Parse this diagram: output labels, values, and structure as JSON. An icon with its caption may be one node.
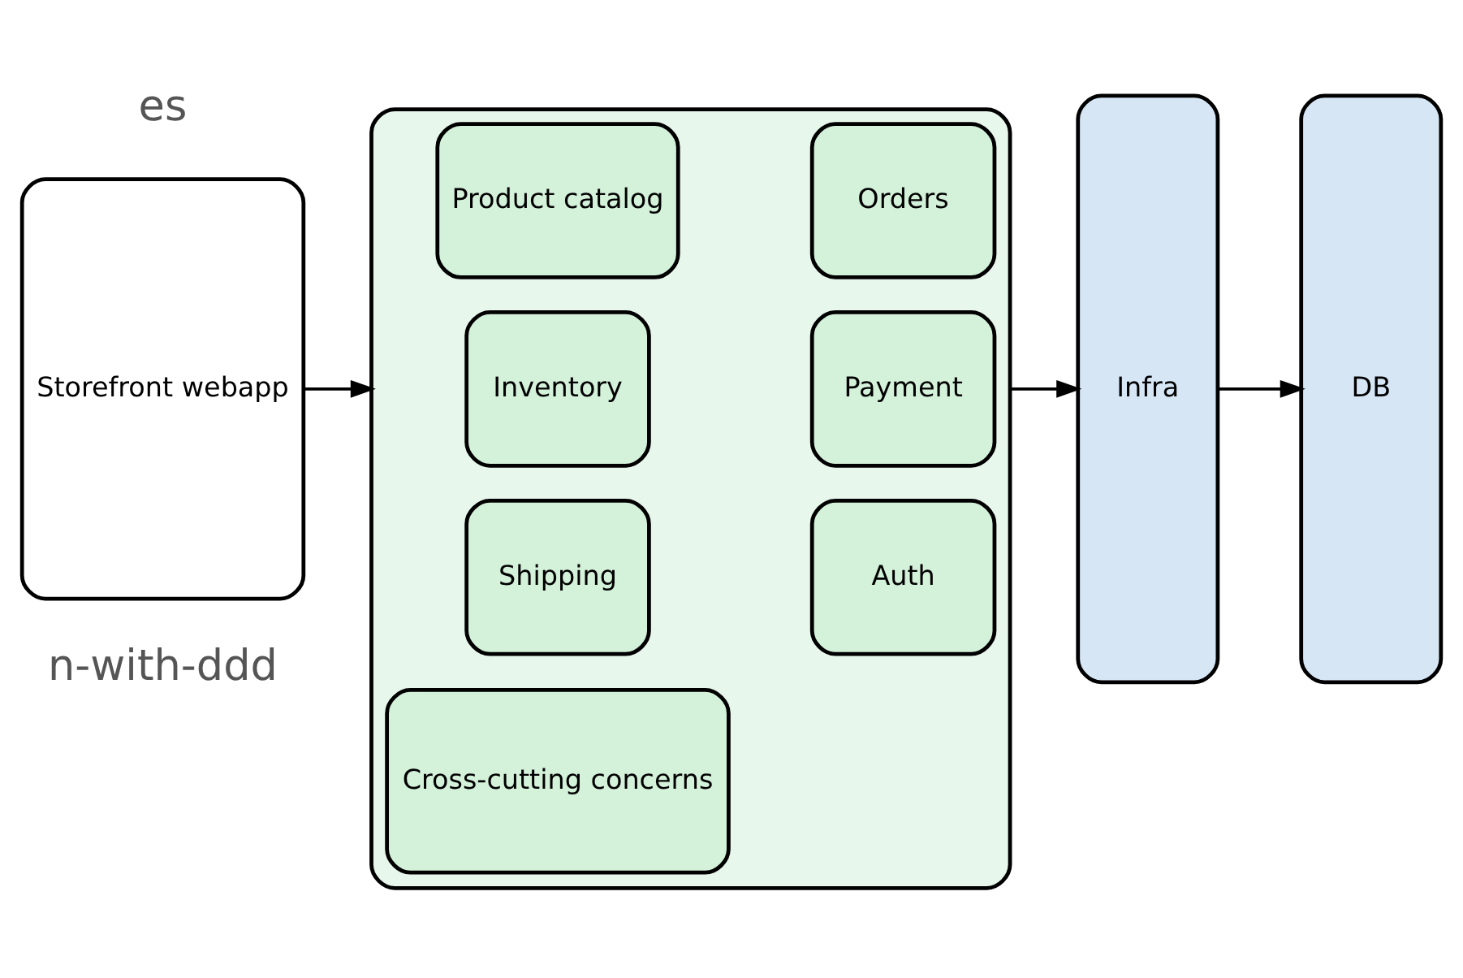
{
  "diagram": {
    "nodes": [
      {
        "text": [
          "Storefront webapp"
        ]
      },
      {
        "text": [],
        "shape": "box"
      },
      {
        "text": [
          "Product catalog"
        ],
        "in": 1
      },
      {
        "text": [
          "Orders"
        ],
        "in": 1
      },
      {
        "text": [
          "Inventory"
        ],
        "in": 1
      },
      {
        "text": [
          "Payment"
        ],
        "in": 1
      },
      {
        "text": [
          "Shipping"
        ],
        "in": 1
      },
      {
        "text": [
          "Auth"
        ],
        "in": 1
      },
      {
        "text": [
          "Cross-cutting concerns"
        ],
        "in": 1
      },
      {
        "text": [
          "Infra"
        ]
      },
      {
        "text": [
          "DB"
        ]
      }
    ],
    "edges": [
      {
        "from": 0,
        "to": 1,
        "arrow": "to"
      },
      {
        "from": 1,
        "to": 9,
        "arrow": "to"
      },
      {
        "from": 9,
        "to": 10,
        "arrow": "to"
      }
    ],
    "labels": [
      "es",
      "n-with-ddd"
    ]
  }
}
